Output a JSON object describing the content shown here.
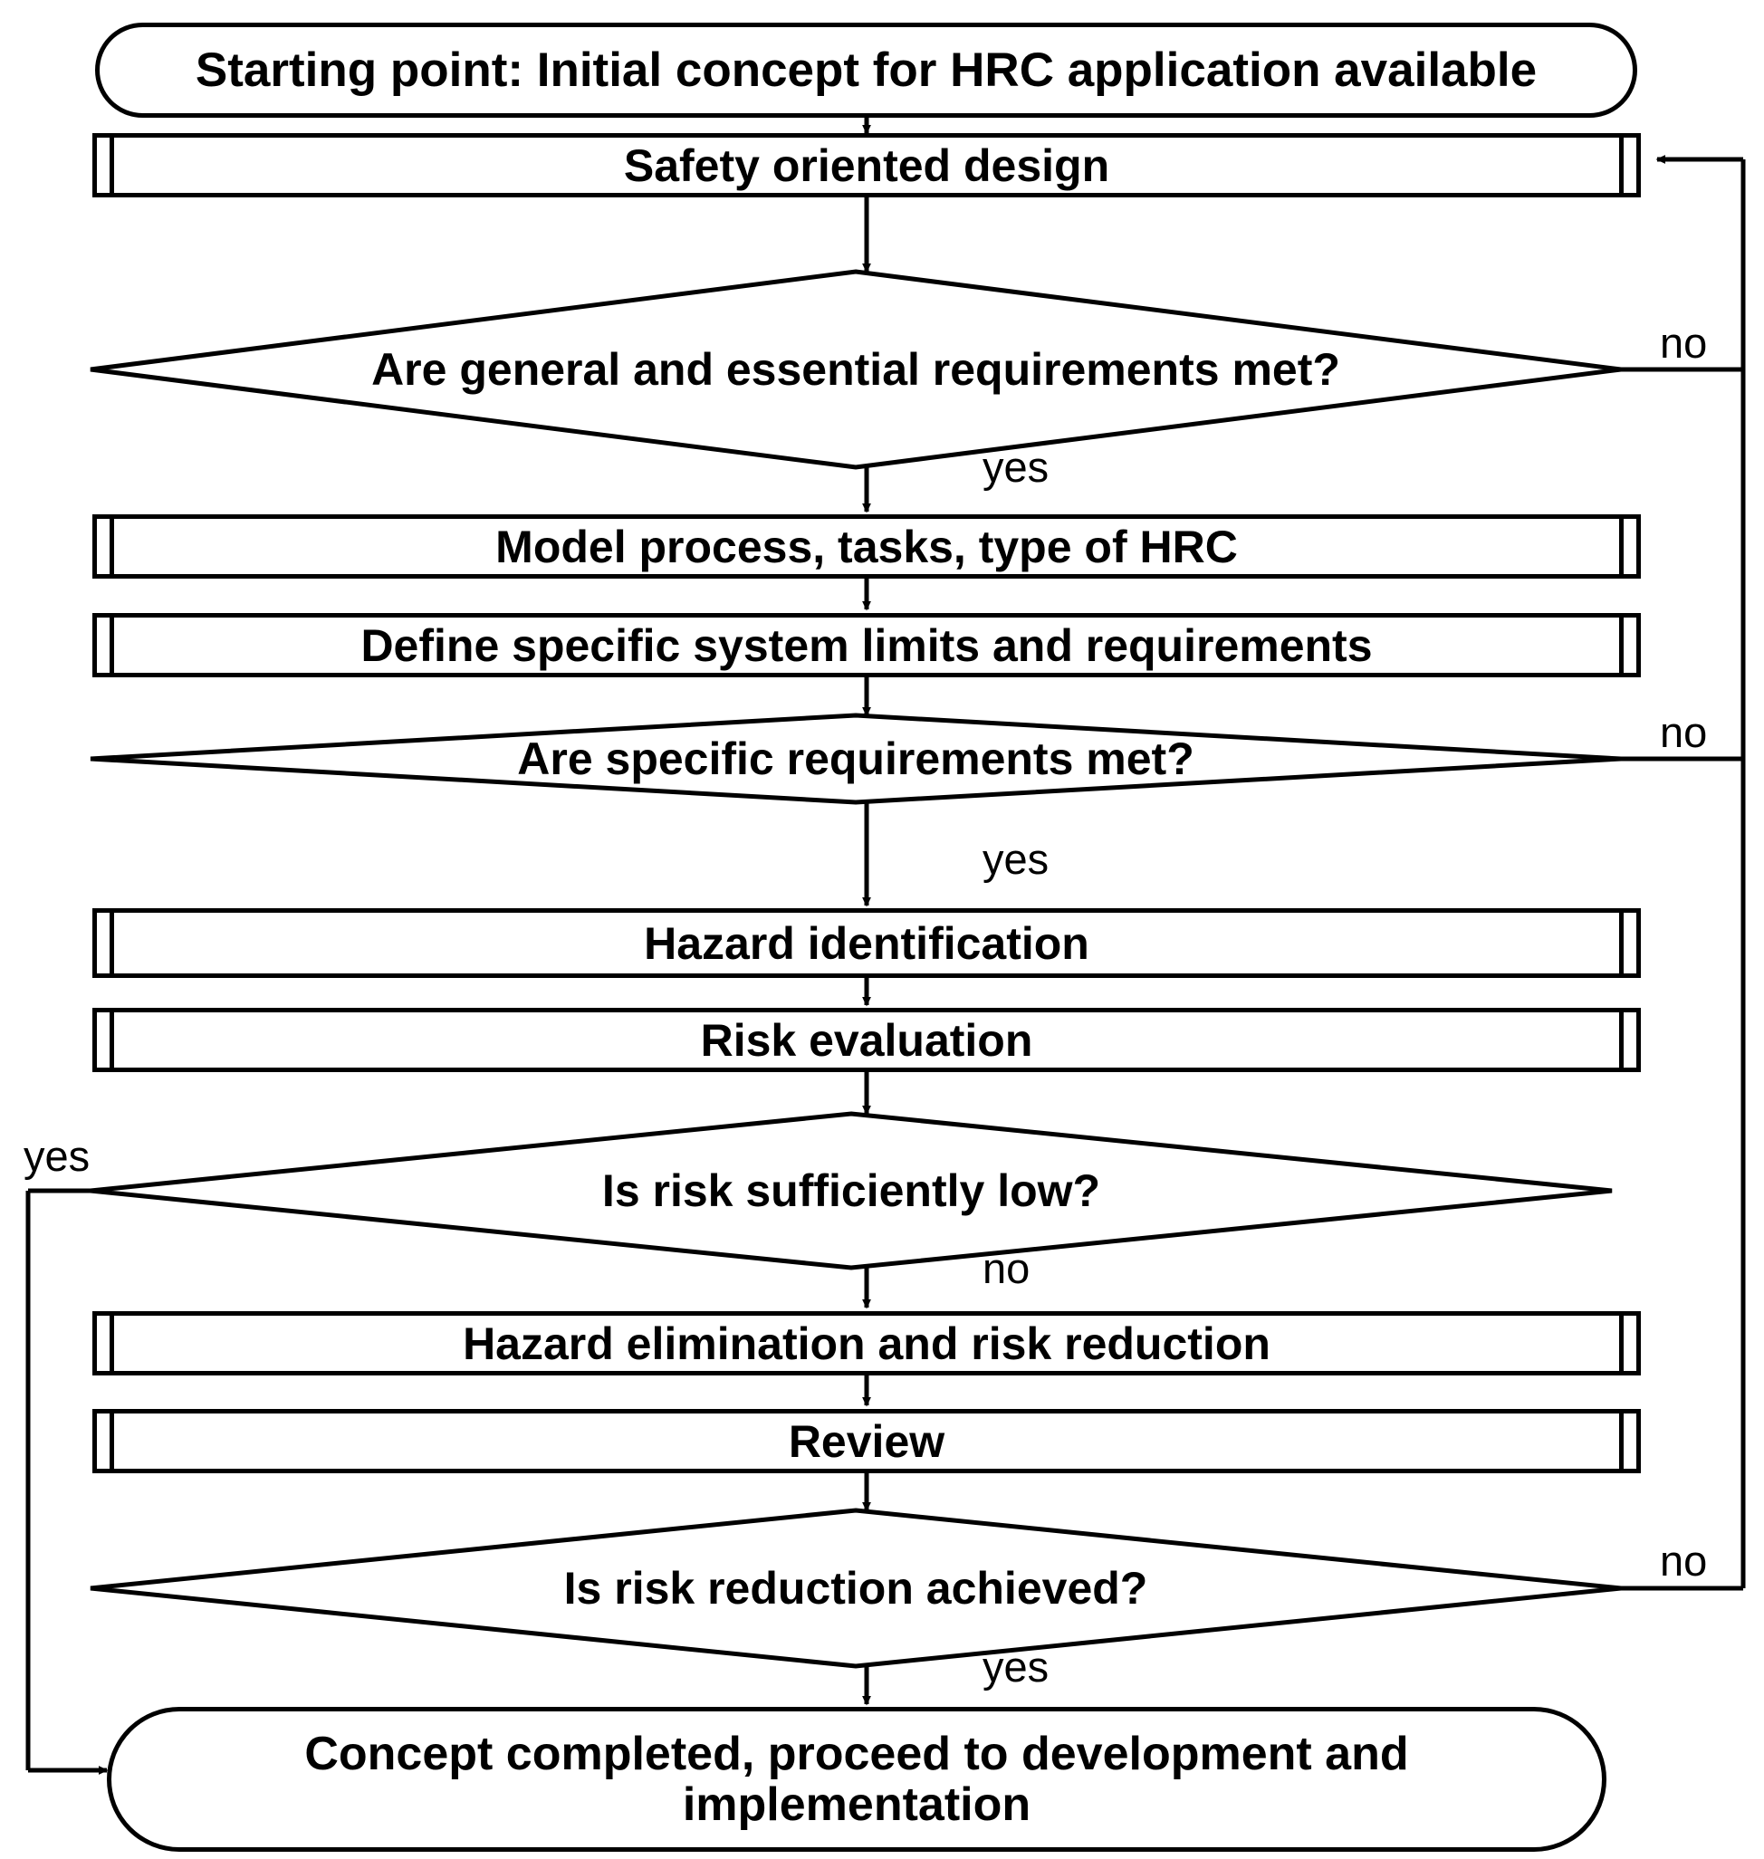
{
  "diagram": {
    "title": "HRC safety concept development flowchart",
    "line_color": "#000000",
    "fill_color": "#ffffff",
    "nodes": [
      {
        "id": "start",
        "type": "terminal",
        "label": "Starting point: Initial concept for HRC application available"
      },
      {
        "id": "safety_design",
        "type": "process",
        "label": "Safety oriented design"
      },
      {
        "id": "general_req",
        "type": "decision",
        "label": "Are general and essential requirements met?"
      },
      {
        "id": "model_process",
        "type": "process",
        "label": "Model process, tasks, type of HRC"
      },
      {
        "id": "define_limits",
        "type": "process",
        "label": "Define specific system limits and requirements"
      },
      {
        "id": "specific_req",
        "type": "decision",
        "label": "Are specific requirements met?"
      },
      {
        "id": "hazard_id",
        "type": "process",
        "label": "Hazard identification"
      },
      {
        "id": "risk_eval",
        "type": "process",
        "label": "Risk evaluation"
      },
      {
        "id": "risk_low",
        "type": "decision",
        "label": "Is risk sufficiently low?"
      },
      {
        "id": "hazard_elim",
        "type": "process",
        "label": "Hazard elimination and risk reduction"
      },
      {
        "id": "review",
        "type": "process",
        "label": "Review"
      },
      {
        "id": "risk_reduction",
        "type": "decision",
        "label": "Is risk reduction achieved?"
      },
      {
        "id": "end",
        "type": "terminal",
        "label": "Concept completed, proceed to development and implementation"
      }
    ],
    "edge_labels": {
      "general_req_no": "no",
      "general_req_yes": "yes",
      "specific_req_no": "no",
      "specific_req_yes": "yes",
      "risk_low_yes": "yes",
      "risk_low_no": "no",
      "risk_reduction_no": "no",
      "risk_reduction_yes": "yes"
    }
  }
}
